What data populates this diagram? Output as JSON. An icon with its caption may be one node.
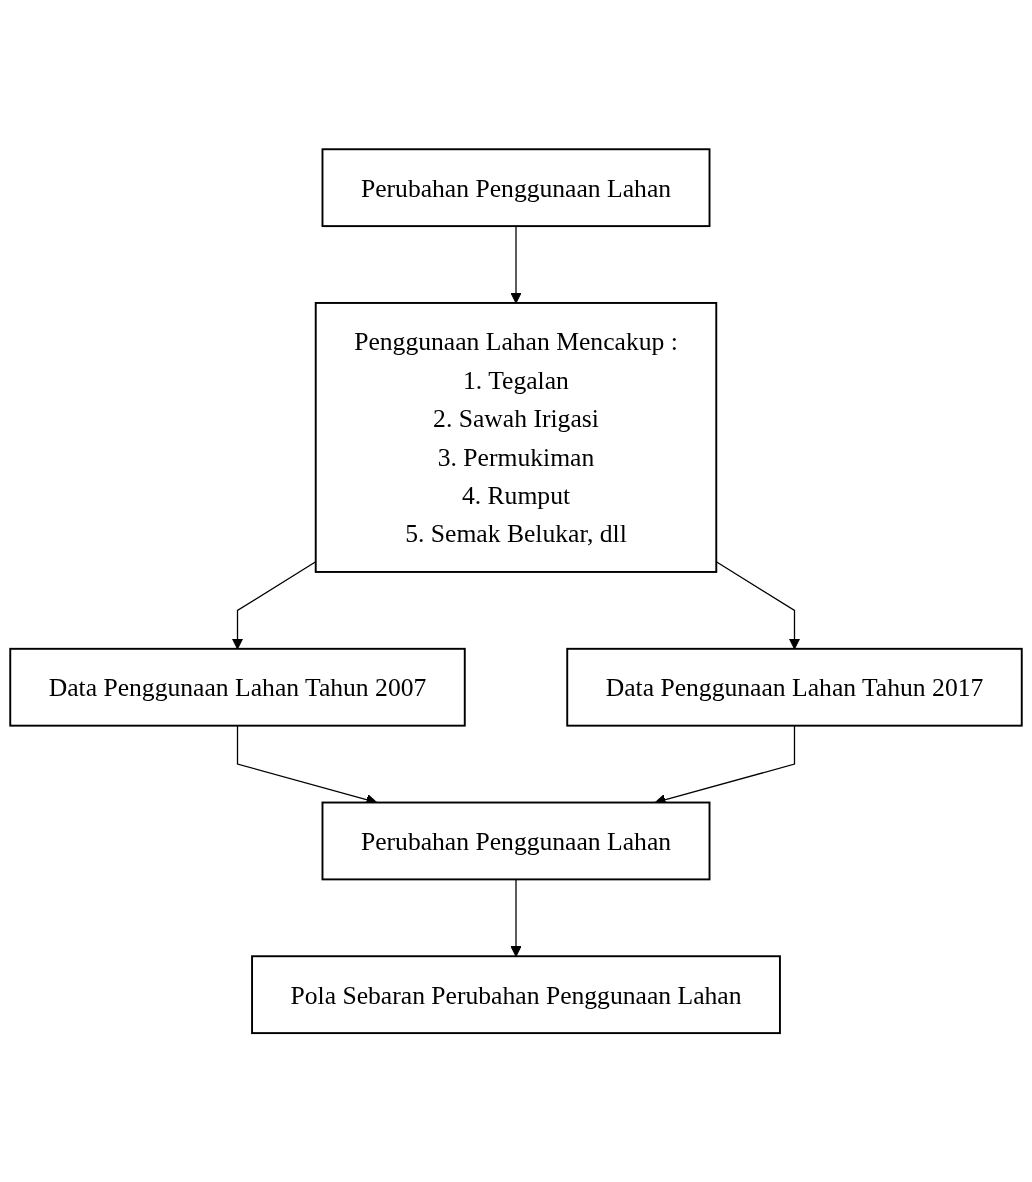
{
  "diagram": {
    "nodes": [
      {
        "text": [
          "Perubahan Penggunaan Lahan"
        ]
      },
      {
        "text": [
          "Penggunaan Lahan Mencakup :",
          "1. Tegalan",
          "2. Sawah Irigasi",
          "3. Permukiman",
          "4. Rumput",
          "5. Semak Belukar, dll"
        ]
      },
      {
        "text": [
          "Data Penggunaan Lahan Tahun 2007"
        ]
      },
      {
        "text": [
          "Data Penggunaan Lahan Tahun 2017"
        ]
      },
      {
        "text": [
          "Perubahan Penggunaan Lahan"
        ]
      },
      {
        "text": [
          "Pola Sebaran Perubahan Penggunaan Lahan"
        ]
      }
    ],
    "edges": [
      {
        "from": 0,
        "to": 1,
        "arrow": "to"
      },
      {
        "from": 1,
        "to": 2,
        "arrow": "to"
      },
      {
        "from": 1,
        "to": 3,
        "arrow": "to"
      },
      {
        "from": 2,
        "to": 4,
        "arrow": "to"
      },
      {
        "from": 3,
        "to": 4,
        "arrow": "to"
      },
      {
        "from": 4,
        "to": 5,
        "arrow": "to"
      }
    ]
  }
}
